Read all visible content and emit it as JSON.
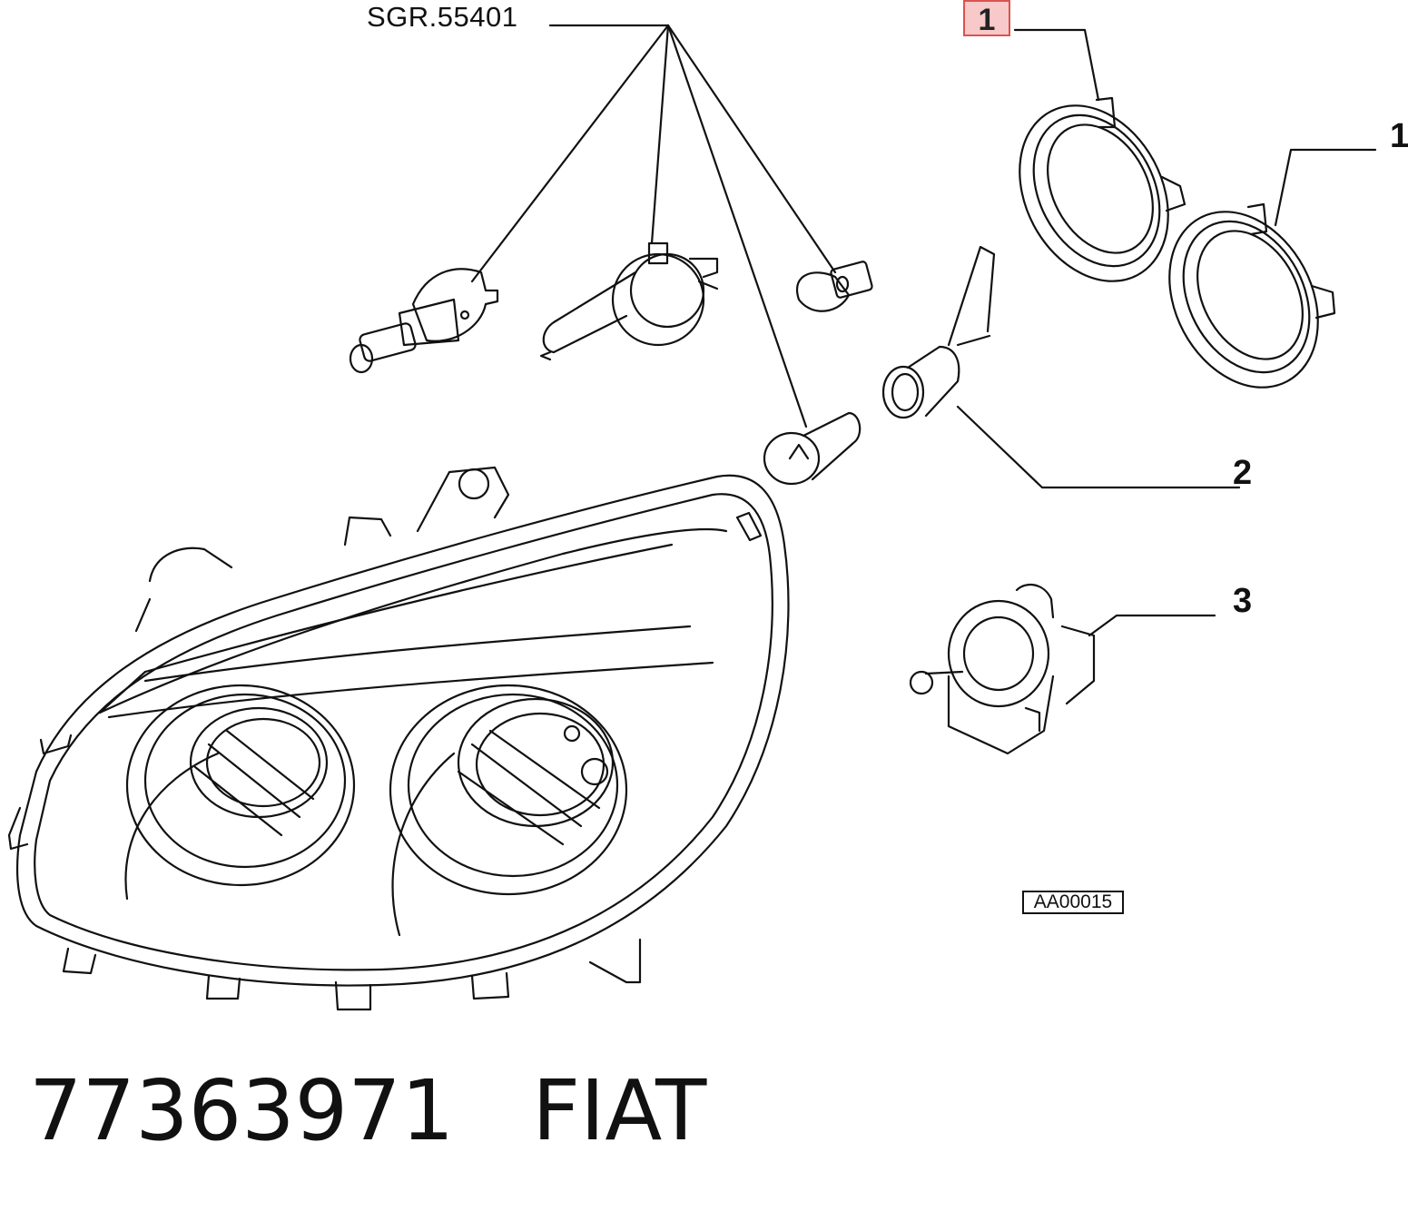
{
  "diagram": {
    "group_ref": "SGR.55401",
    "selected_callout": "1",
    "callouts": [
      "1",
      "2",
      "3"
    ],
    "figure_ref": "AA00015"
  },
  "footer": {
    "part_number": "77363971",
    "brand": "FIAT"
  }
}
